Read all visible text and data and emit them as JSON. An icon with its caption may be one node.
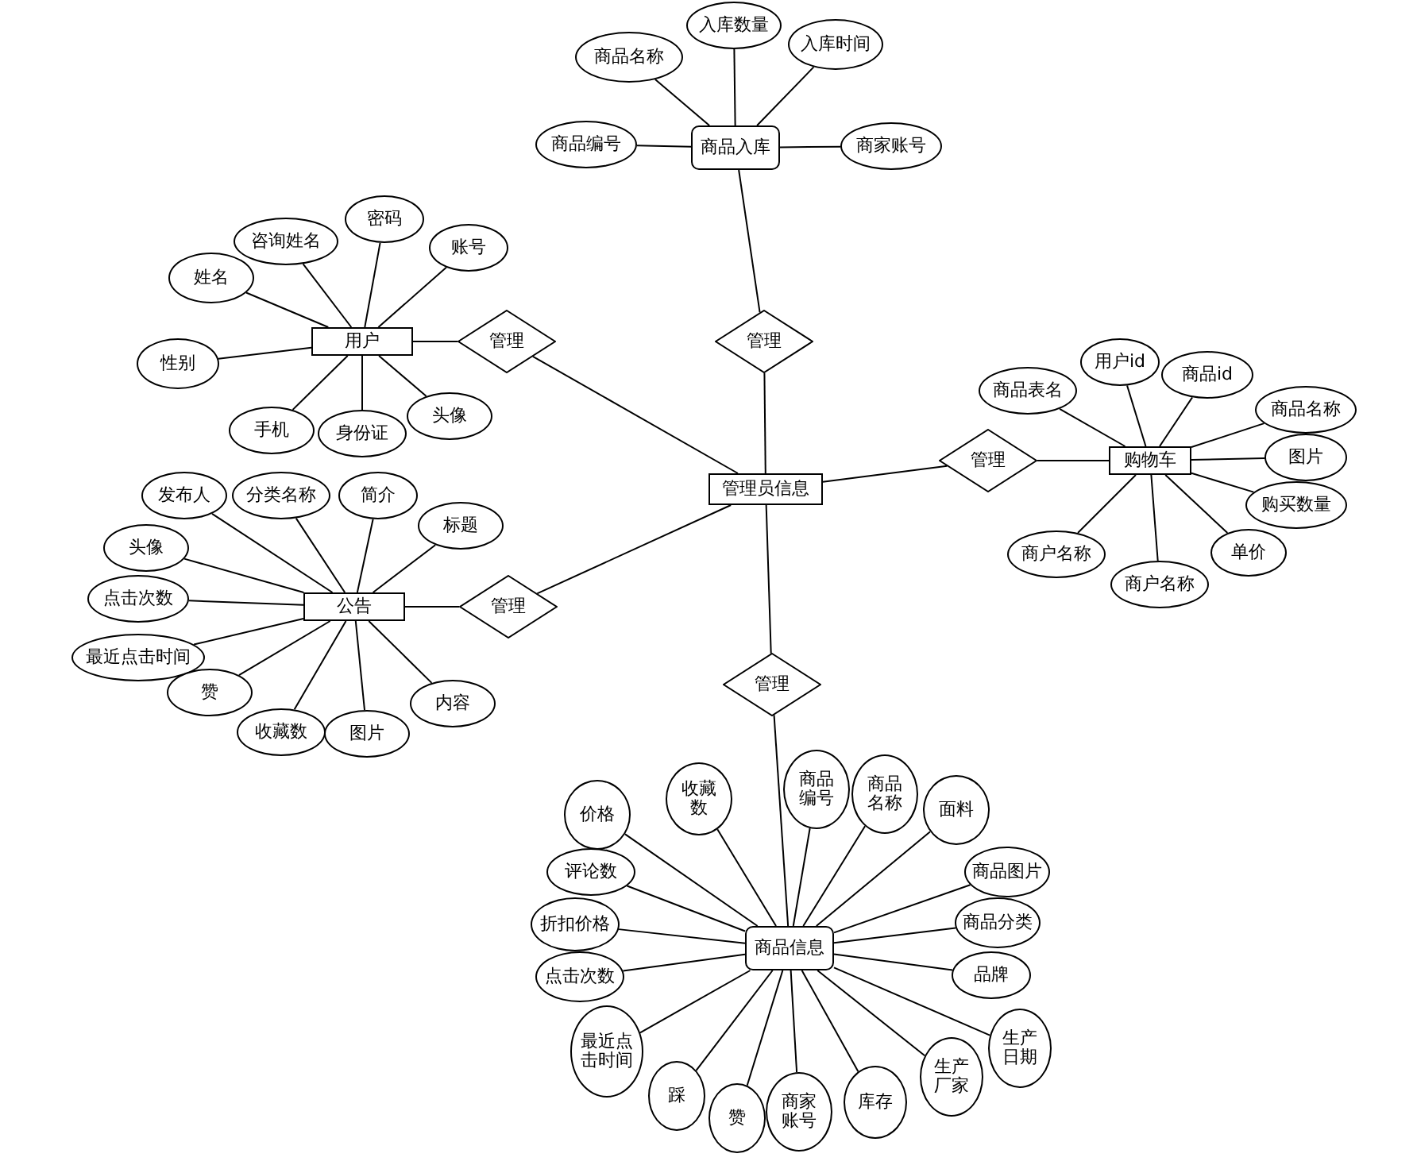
{
  "diagram": {
    "nodes": [
      {
        "text": [
          "商品入库"
        ]
      },
      {
        "text": [
          "商品名称"
        ]
      },
      {
        "text": [
          "入库数量"
        ]
      },
      {
        "text": [
          "入库时间"
        ]
      },
      {
        "text": [
          "商品编号"
        ]
      },
      {
        "text": [
          "商家账号"
        ]
      },
      {
        "text": [
          "管理"
        ]
      },
      {
        "text": [
          "用户"
        ]
      },
      {
        "text": [
          "咨询姓名"
        ]
      },
      {
        "text": [
          "密码"
        ]
      },
      {
        "text": [
          "账号"
        ]
      },
      {
        "text": [
          "姓名"
        ]
      },
      {
        "text": [
          "性别"
        ]
      },
      {
        "text": [
          "手机"
        ]
      },
      {
        "text": [
          "身份证"
        ]
      },
      {
        "text": [
          "头像"
        ]
      },
      {
        "text": [
          "管理"
        ]
      },
      {
        "text": [
          "管理员信息"
        ]
      },
      {
        "text": [
          "管理"
        ]
      },
      {
        "text": [
          "购物车"
        ]
      },
      {
        "text": [
          "商品表名"
        ]
      },
      {
        "text": [
          "用户id"
        ]
      },
      {
        "text": [
          "商品id"
        ]
      },
      {
        "text": [
          "商品名称"
        ]
      },
      {
        "text": [
          "图片"
        ]
      },
      {
        "text": [
          "购买数量"
        ]
      },
      {
        "text": [
          "单价"
        ]
      },
      {
        "text": [
          "商户名称"
        ]
      },
      {
        "text": [
          "商户名称"
        ]
      },
      {
        "text": [
          "公告"
        ]
      },
      {
        "text": [
          "发布人"
        ]
      },
      {
        "text": [
          "分类名称"
        ]
      },
      {
        "text": [
          "简介"
        ]
      },
      {
        "text": [
          "标题"
        ]
      },
      {
        "text": [
          "头像"
        ]
      },
      {
        "text": [
          "点击次数"
        ]
      },
      {
        "text": [
          "最近点击时间"
        ]
      },
      {
        "text": [
          "赞"
        ]
      },
      {
        "text": [
          "收藏数"
        ]
      },
      {
        "text": [
          "图片"
        ]
      },
      {
        "text": [
          "内容"
        ]
      },
      {
        "text": [
          "管理"
        ]
      },
      {
        "text": [
          "管理"
        ]
      },
      {
        "text": [
          "商品信息"
        ]
      },
      {
        "text": [
          "价格"
        ]
      },
      {
        "text": [
          "收藏数"
        ]
      },
      {
        "text": [
          "商品编号"
        ]
      },
      {
        "text": [
          "商品名称"
        ]
      },
      {
        "text": [
          "面料"
        ]
      },
      {
        "text": [
          "评论数"
        ]
      },
      {
        "text": [
          "商品图片"
        ]
      },
      {
        "text": [
          "折扣价格"
        ]
      },
      {
        "text": [
          "商品分类"
        ]
      },
      {
        "text": [
          "点击次数"
        ]
      },
      {
        "text": [
          "品牌"
        ]
      },
      {
        "text": [
          "最近点击时间"
        ]
      },
      {
        "text": [
          "踩"
        ]
      },
      {
        "text": [
          "赞"
        ]
      },
      {
        "text": [
          "商家账号"
        ]
      },
      {
        "text": [
          "库存"
        ]
      },
      {
        "text": [
          "生产厂家"
        ]
      },
      {
        "text": [
          "生产日期"
        ]
      }
    ],
    "edges": [
      {
        "from": 1,
        "to": 0,
        "arrow": "none"
      },
      {
        "from": 2,
        "to": 0,
        "arrow": "none"
      },
      {
        "from": 3,
        "to": 0,
        "arrow": "none"
      },
      {
        "from": 4,
        "to": 0,
        "arrow": "none"
      },
      {
        "from": 5,
        "to": 0,
        "arrow": "none"
      },
      {
        "from": 0,
        "to": 6,
        "arrow": "none"
      },
      {
        "from": 6,
        "to": 17,
        "arrow": "none"
      },
      {
        "from": 8,
        "to": 7,
        "arrow": "none"
      },
      {
        "from": 9,
        "to": 7,
        "arrow": "none"
      },
      {
        "from": 10,
        "to": 7,
        "arrow": "none"
      },
      {
        "from": 11,
        "to": 7,
        "arrow": "none"
      },
      {
        "from": 12,
        "to": 7,
        "arrow": "none"
      },
      {
        "from": 13,
        "to": 7,
        "arrow": "none"
      },
      {
        "from": 14,
        "to": 7,
        "arrow": "none"
      },
      {
        "from": 15,
        "to": 7,
        "arrow": "none"
      },
      {
        "from": 7,
        "to": 16,
        "arrow": "none"
      },
      {
        "from": 16,
        "to": 17,
        "arrow": "none"
      },
      {
        "from": 17,
        "to": 18,
        "arrow": "none"
      },
      {
        "from": 18,
        "to": 19,
        "arrow": "none"
      },
      {
        "from": 20,
        "to": 19,
        "arrow": "none"
      },
      {
        "from": 21,
        "to": 19,
        "arrow": "none"
      },
      {
        "from": 22,
        "to": 19,
        "arrow": "none"
      },
      {
        "from": 23,
        "to": 19,
        "arrow": "none"
      },
      {
        "from": 24,
        "to": 19,
        "arrow": "none"
      },
      {
        "from": 25,
        "to": 19,
        "arrow": "none"
      },
      {
        "from": 26,
        "to": 19,
        "arrow": "none"
      },
      {
        "from": 27,
        "to": 19,
        "arrow": "none"
      },
      {
        "from": 28,
        "to": 19,
        "arrow": "none"
      },
      {
        "from": 30,
        "to": 29,
        "arrow": "none"
      },
      {
        "from": 31,
        "to": 29,
        "arrow": "none"
      },
      {
        "from": 32,
        "to": 29,
        "arrow": "none"
      },
      {
        "from": 33,
        "to": 29,
        "arrow": "none"
      },
      {
        "from": 34,
        "to": 29,
        "arrow": "none"
      },
      {
        "from": 35,
        "to": 29,
        "arrow": "none"
      },
      {
        "from": 36,
        "to": 29,
        "arrow": "none"
      },
      {
        "from": 37,
        "to": 29,
        "arrow": "none"
      },
      {
        "from": 38,
        "to": 29,
        "arrow": "none"
      },
      {
        "from": 39,
        "to": 29,
        "arrow": "none"
      },
      {
        "from": 40,
        "to": 29,
        "arrow": "none"
      },
      {
        "from": 29,
        "to": 41,
        "arrow": "none"
      },
      {
        "from": 41,
        "to": 17,
        "arrow": "none"
      },
      {
        "from": 17,
        "to": 42,
        "arrow": "none"
      },
      {
        "from": 42,
        "to": 43,
        "arrow": "none"
      },
      {
        "from": 44,
        "to": 43,
        "arrow": "none"
      },
      {
        "from": 45,
        "to": 43,
        "arrow": "none"
      },
      {
        "from": 46,
        "to": 43,
        "arrow": "none"
      },
      {
        "from": 47,
        "to": 43,
        "arrow": "none"
      },
      {
        "from": 48,
        "to": 43,
        "arrow": "none"
      },
      {
        "from": 49,
        "to": 43,
        "arrow": "none"
      },
      {
        "from": 50,
        "to": 43,
        "arrow": "none"
      },
      {
        "from": 51,
        "to": 43,
        "arrow": "none"
      },
      {
        "from": 52,
        "to": 43,
        "arrow": "none"
      },
      {
        "from": 53,
        "to": 43,
        "arrow": "none"
      },
      {
        "from": 54,
        "to": 43,
        "arrow": "none"
      },
      {
        "from": 55,
        "to": 43,
        "arrow": "none"
      },
      {
        "from": 56,
        "to": 43,
        "arrow": "none"
      },
      {
        "from": 57,
        "to": 43,
        "arrow": "none"
      },
      {
        "from": 58,
        "to": 43,
        "arrow": "none"
      },
      {
        "from": 59,
        "to": 43,
        "arrow": "none"
      },
      {
        "from": 60,
        "to": 43,
        "arrow": "none"
      },
      {
        "from": 61,
        "to": 43,
        "arrow": "none"
      }
    ]
  }
}
